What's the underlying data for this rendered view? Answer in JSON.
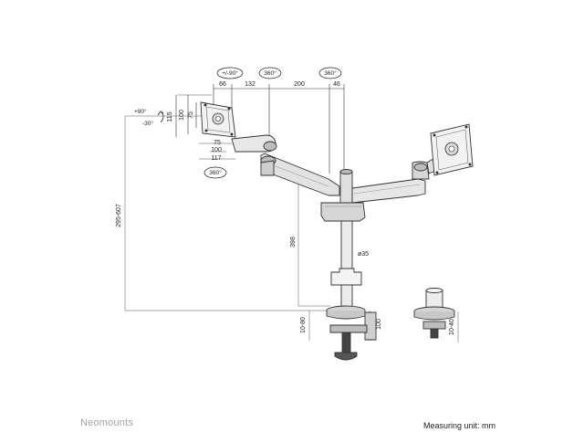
{
  "dimensions": {
    "d66": "66",
    "d132": "132",
    "d200": "200",
    "d46": "46",
    "d115": "115",
    "d100v": "100",
    "d75v": "75",
    "d75h": "75",
    "d100h": "100",
    "d117": "117",
    "reach": "295-607",
    "height": "398",
    "pole": "ø35",
    "clamp": "10-80",
    "base": "100",
    "grommet": "10-40"
  },
  "rotations": {
    "tilt_up": "+90°",
    "tilt_down": "-30°",
    "swivel_pm90": "+/-90°",
    "rot1": "360°",
    "rot2": "360°",
    "rot3": "360°"
  },
  "footer": {
    "brand": "Neomounts",
    "unit_note": "Measuring unit: mm"
  }
}
